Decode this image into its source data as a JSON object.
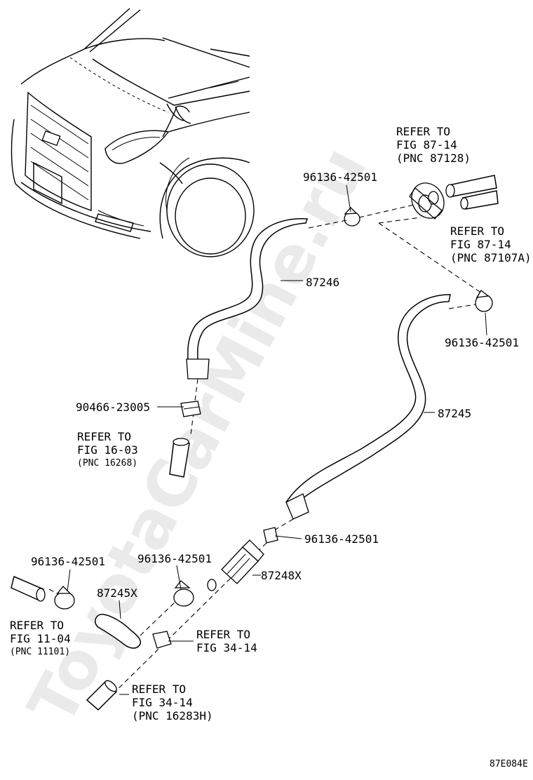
{
  "watermark": "ToyotaCarMine.ru",
  "figure_code": "87E084E",
  "labels": {
    "clamp_top": "96136-42501",
    "refer_87128_l1": "REFER TO",
    "refer_87128_l2": "FIG 87-14",
    "refer_87128_l3": "(PNC 87128)",
    "refer_87107a_l1": "REFER TO",
    "refer_87107a_l2": "FIG 87-14",
    "refer_87107a_l3": "(PNC 87107A)",
    "hose_87246": "87246",
    "clamp_right": "96136-42501",
    "hose_87245": "87245",
    "clamp_90466": "90466-23005",
    "refer_16268_l1": "REFER TO",
    "refer_16268_l2": "FIG 16-03",
    "refer_16268_l3": "(PNC 16268)",
    "clamp_mid": "96136-42501",
    "clamp_left": "96136-42501",
    "clamp_center": "96136-42501",
    "hose_87245x": "87245X",
    "valve_87248x": "87248X",
    "refer_11101_l1": "REFER TO",
    "refer_11101_l2": "FIG 11-04",
    "refer_11101_l3": "(PNC 11101)",
    "refer_3414_l1": "REFER TO",
    "refer_3414_l2": "FIG 34-14",
    "refer_16283h_l1": "REFER TO",
    "refer_16283h_l2": "FIG 34-14",
    "refer_16283h_l3": "(PNC 16283H)"
  }
}
